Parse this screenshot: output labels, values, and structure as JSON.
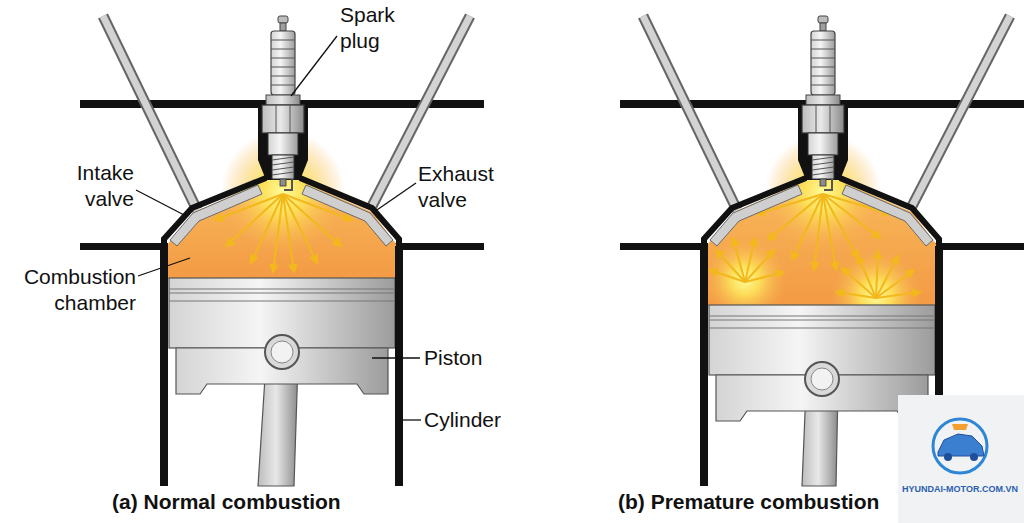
{
  "diagram": {
    "labels": [
      "Spark plug",
      "Intake valve",
      "Exhaust valve",
      "Combustion chamber",
      "Piston",
      "Cylinder",
      "(a) Normal combustion",
      "(b) Premature combustion",
      "HYUNDAI-MOTOR.COM.VN"
    ]
  }
}
